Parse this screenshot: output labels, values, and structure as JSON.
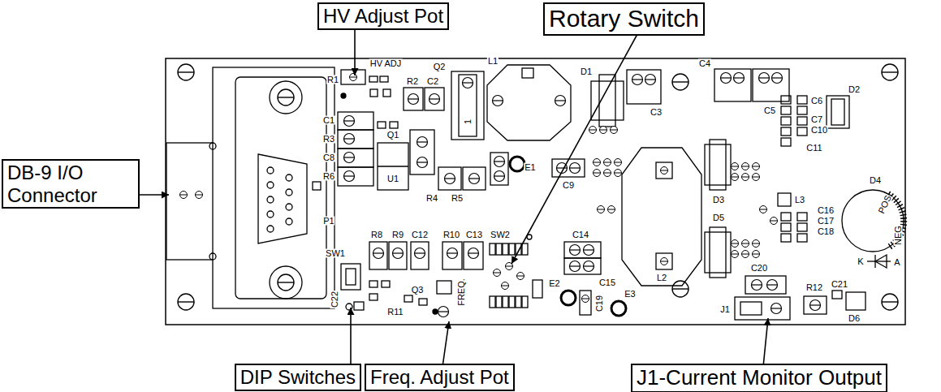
{
  "diagram": {
    "nodes": [
      {
        "text": [
          "HV Adjust Pot"
        ]
      },
      {
        "text": [
          "Rotary Switch"
        ]
      },
      {
        "text": [
          "DB-9 I/O Connector"
        ]
      },
      {
        "text": [
          "DIP Switches"
        ]
      },
      {
        "text": [
          "Freq. Adjust Pot"
        ]
      },
      {
        "text": [
          "J1-Current Monitor Output"
        ]
      }
    ],
    "labels": [
      "HV ADJ",
      "R1",
      "Q2",
      "R2",
      "C2",
      "L1",
      "D1",
      "C4",
      "1",
      "C1",
      "R3",
      "C8",
      "R6",
      "Q1",
      "U1",
      "E1",
      "C3",
      "C5",
      "C6",
      "D2",
      "C7",
      "C10",
      "C11",
      "L3",
      "D4",
      "POS",
      "R4",
      "R5",
      "C9",
      "D3",
      "D5",
      "P1",
      "R8",
      "R9",
      "C12",
      "R10",
      "C13",
      "SW2",
      "C14",
      "E2",
      "C15",
      "E3",
      "L2",
      "C16",
      "C17",
      "C18",
      "NEG",
      "K",
      "A",
      "SW1",
      "C22",
      "R11",
      "Q3",
      "FREQ.",
      "C19",
      "C20",
      "J1",
      "R12",
      "C21",
      "D6"
    ]
  }
}
